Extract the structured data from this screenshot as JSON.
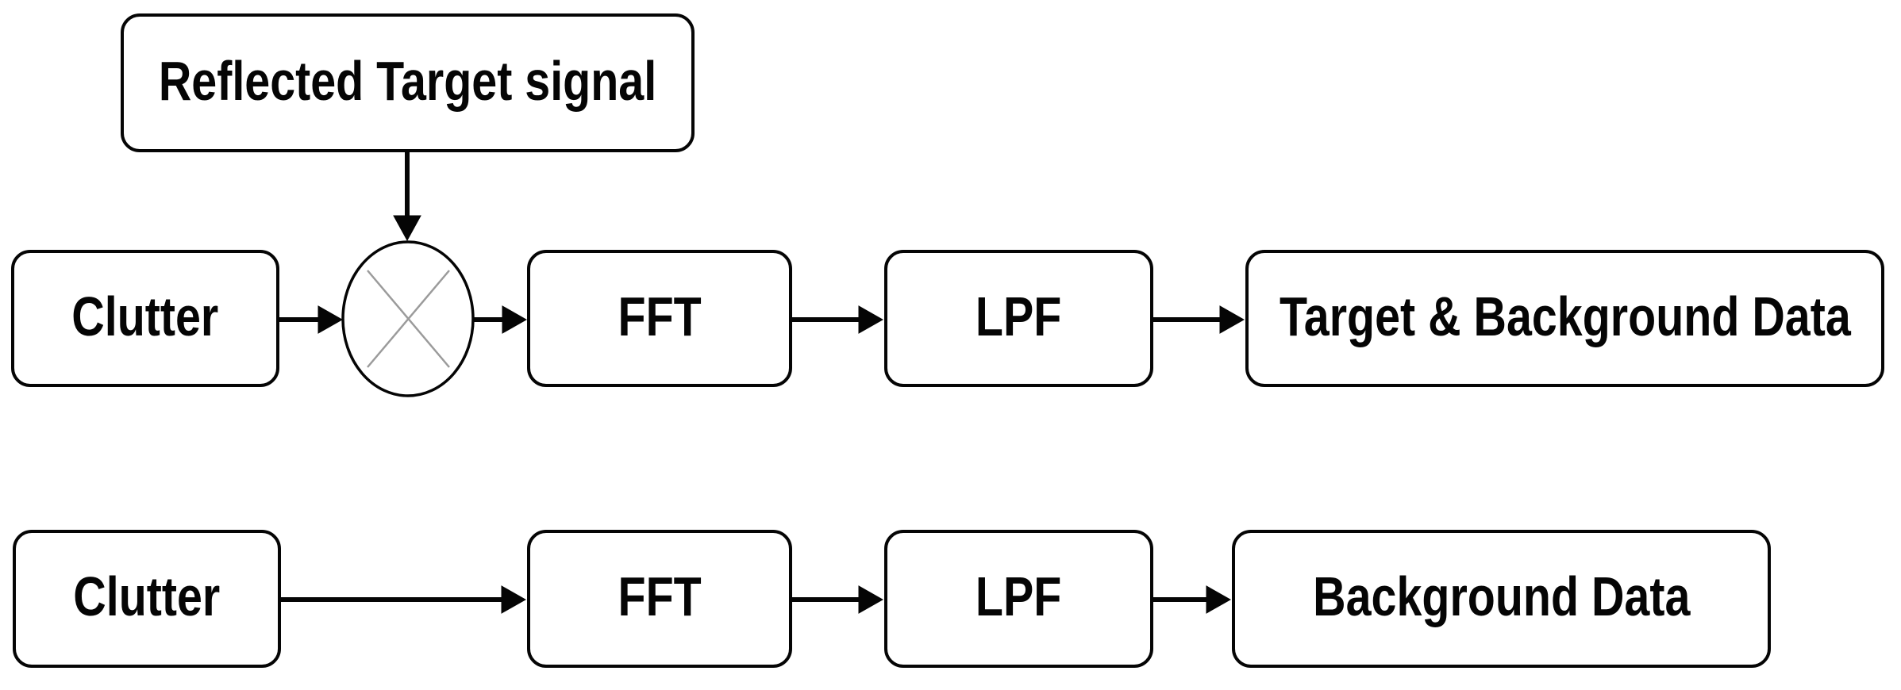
{
  "diagram": {
    "colors": {
      "background": "#ffffff",
      "line": "#050505",
      "mixer_cross": "#9b9b9b"
    },
    "top_box": {
      "label": "Reflected Target signal"
    },
    "row1": {
      "clutter": {
        "label": "Clutter"
      },
      "fft": {
        "label": "FFT"
      },
      "lpf": {
        "label": "LPF"
      },
      "output": {
        "label": "Target & Background Data"
      }
    },
    "row2": {
      "clutter": {
        "label": "Clutter"
      },
      "fft": {
        "label": "FFT"
      },
      "lpf": {
        "label": "LPF"
      },
      "output": {
        "label": "Background Data"
      }
    }
  }
}
